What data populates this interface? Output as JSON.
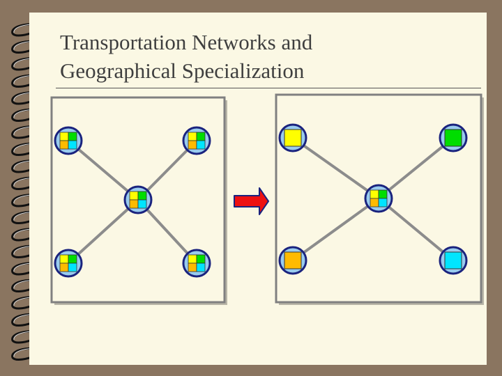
{
  "slide": {
    "title": "Transportation Networks and\nGeographical Specialization"
  },
  "colors": {
    "background": "#8a7560",
    "page": "#fbf8e4",
    "panel_border": "#808080",
    "link": "#8c8c8c",
    "node_fill": "#99ccee",
    "node_border": "#1a237e",
    "yellow": "#ffff00",
    "green": "#00dd00",
    "orange": "#ffbb00",
    "cyan": "#00e5ff",
    "arrow_fill": "#ee1111",
    "arrow_outline": "#1a237e"
  },
  "diagram": {
    "left_panel": {
      "hub_sectors": [
        "yellow",
        "green",
        "orange",
        "cyan"
      ],
      "corner_nodes": [
        {
          "position": "top-left",
          "sectors": [
            "yellow",
            "green",
            "orange",
            "cyan"
          ]
        },
        {
          "position": "top-right",
          "sectors": [
            "yellow",
            "green",
            "orange",
            "cyan"
          ]
        },
        {
          "position": "bottom-left",
          "sectors": [
            "yellow",
            "green",
            "orange",
            "cyan"
          ]
        },
        {
          "position": "bottom-right",
          "sectors": [
            "yellow",
            "green",
            "orange",
            "cyan"
          ]
        }
      ]
    },
    "right_panel": {
      "hub_sectors": [
        "yellow",
        "green",
        "orange",
        "cyan"
      ],
      "corner_nodes": [
        {
          "position": "top-left",
          "sectors": [
            "yellow"
          ]
        },
        {
          "position": "top-right",
          "sectors": [
            "green"
          ]
        },
        {
          "position": "bottom-left",
          "sectors": [
            "orange"
          ]
        },
        {
          "position": "bottom-right",
          "sectors": [
            "cyan"
          ]
        }
      ]
    }
  }
}
